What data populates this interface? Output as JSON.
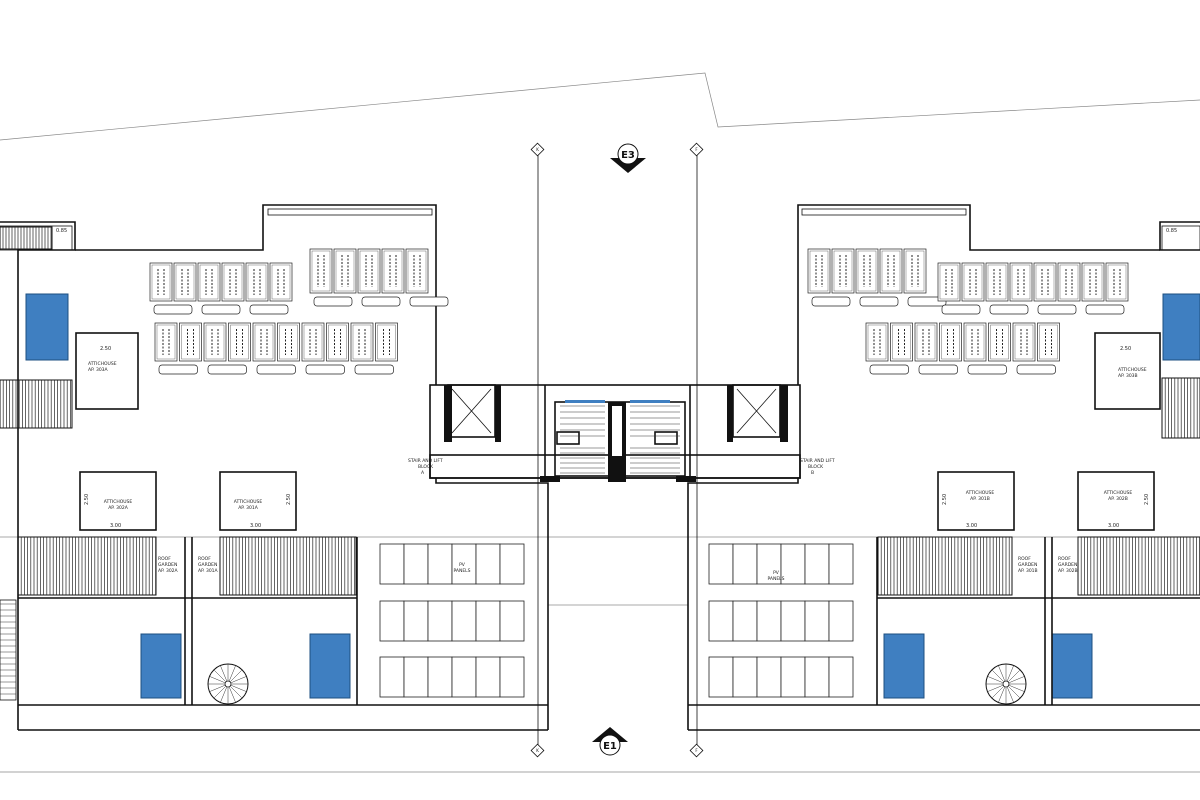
{
  "markers": {
    "top": "E3",
    "bottom": "E1",
    "grid_left": "K",
    "grid_right": "F"
  },
  "pv_panels_label": [
    "PV",
    "PANELS"
  ],
  "block_a": [
    "STAIR AND LIFT",
    "BLOCK",
    "A"
  ],
  "block_b": [
    "STAIR AND LIFT",
    "BLOCK",
    "B"
  ],
  "atrium_labels": [
    [
      "ATTICHOUSE",
      "AP. 302A"
    ],
    [
      "ATTICHOUSE",
      "AP. 301A"
    ],
    [
      "ATTICHOUSE",
      "AP. 301B"
    ],
    [
      "ATTICHOUSE",
      "AP. 302B"
    ],
    [
      "ATTICHOUSE",
      "AP. 303A"
    ],
    [
      "ATTICHOUSE",
      "AP. 303B"
    ]
  ],
  "roof_labels": [
    [
      "ROOF",
      "GARDEN",
      "AP. 302A"
    ],
    [
      "ROOF",
      "GARDEN",
      "AP. 301A"
    ],
    [
      "ROOF",
      "GARDEN",
      "AP. 301B"
    ],
    [
      "ROOF",
      "GARDEN",
      "AP. 302B"
    ]
  ],
  "dims": {
    "d250": "2.50",
    "d300": "3.00",
    "d085": "0.85"
  }
}
